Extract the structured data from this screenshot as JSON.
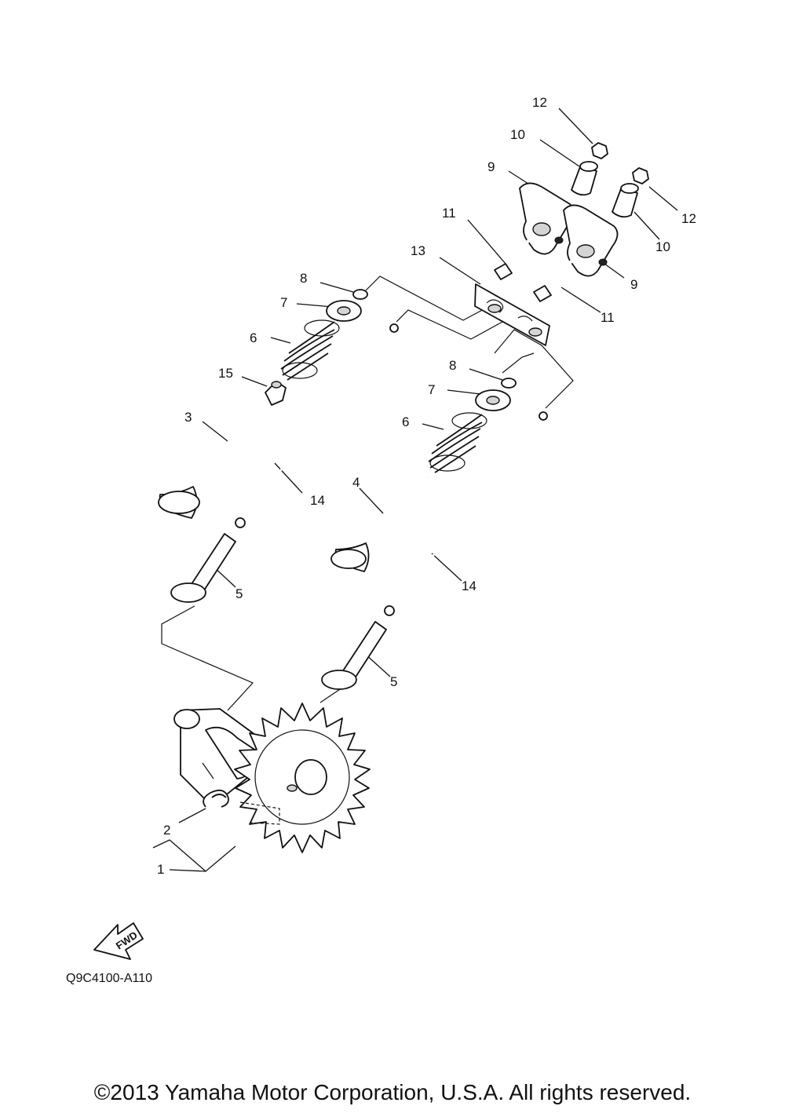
{
  "callouts": [
    {
      "id": "c12a",
      "label": "12"
    },
    {
      "id": "c10a",
      "label": "10"
    },
    {
      "id": "c9a",
      "label": "9"
    },
    {
      "id": "c12b",
      "label": "12"
    },
    {
      "id": "c10b",
      "label": "10"
    },
    {
      "id": "c9b",
      "label": "9"
    },
    {
      "id": "c11a",
      "label": "11"
    },
    {
      "id": "c11b",
      "label": "11"
    },
    {
      "id": "c13",
      "label": "13"
    },
    {
      "id": "c8a",
      "label": "8"
    },
    {
      "id": "c7a",
      "label": "7"
    },
    {
      "id": "c6a",
      "label": "6"
    },
    {
      "id": "c15",
      "label": "15"
    },
    {
      "id": "c3",
      "label": "3"
    },
    {
      "id": "c14a",
      "label": "14"
    },
    {
      "id": "c8b",
      "label": "8"
    },
    {
      "id": "c7b",
      "label": "7"
    },
    {
      "id": "c6b",
      "label": "6"
    },
    {
      "id": "c4",
      "label": "4"
    },
    {
      "id": "c14b",
      "label": "14"
    },
    {
      "id": "c5a",
      "label": "5"
    },
    {
      "id": "c5b",
      "label": "5"
    },
    {
      "id": "c2",
      "label": "2"
    },
    {
      "id": "c1",
      "label": "1"
    }
  ],
  "fwd_label": "FWD",
  "diagram_code": "Q9C4100-A110",
  "copyright": "©2013 Yamaha Motor Corporation, U.S.A. All rights reserved."
}
